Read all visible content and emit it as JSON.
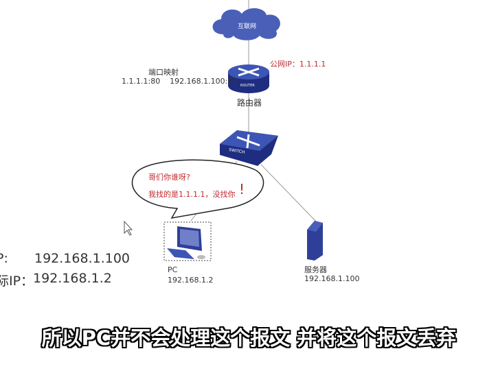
{
  "cloud": {
    "label": "互联网"
  },
  "router": {
    "label": "路由器",
    "badge": "ROUTER",
    "public_ip": "公网IP：1.1.1.1"
  },
  "port_mapping": {
    "title": "端口映射",
    "rule": "1.1.1.1:80    192.168.1.100:80"
  },
  "switch": {
    "badge": "SWITCH"
  },
  "speech": {
    "line1": "哥们你谁呀?",
    "line2": "我找的是1.1.1.1，没找你",
    "exclaim": "!"
  },
  "pc": {
    "name": "PC",
    "ip": "192.168.1.2"
  },
  "server": {
    "name": "服务器",
    "ip": "192.168.1.100"
  },
  "left_panel": {
    "row1_label": "P:",
    "row1_value": "192.168.1.100",
    "row2_label": "际IP：",
    "row2_value": "192.168.1.2"
  },
  "subtitle": "所以PC并不会处理这个报文 并将这个报文丢弃",
  "colors": {
    "device": "#2f3f99",
    "red": "#c0282e"
  }
}
